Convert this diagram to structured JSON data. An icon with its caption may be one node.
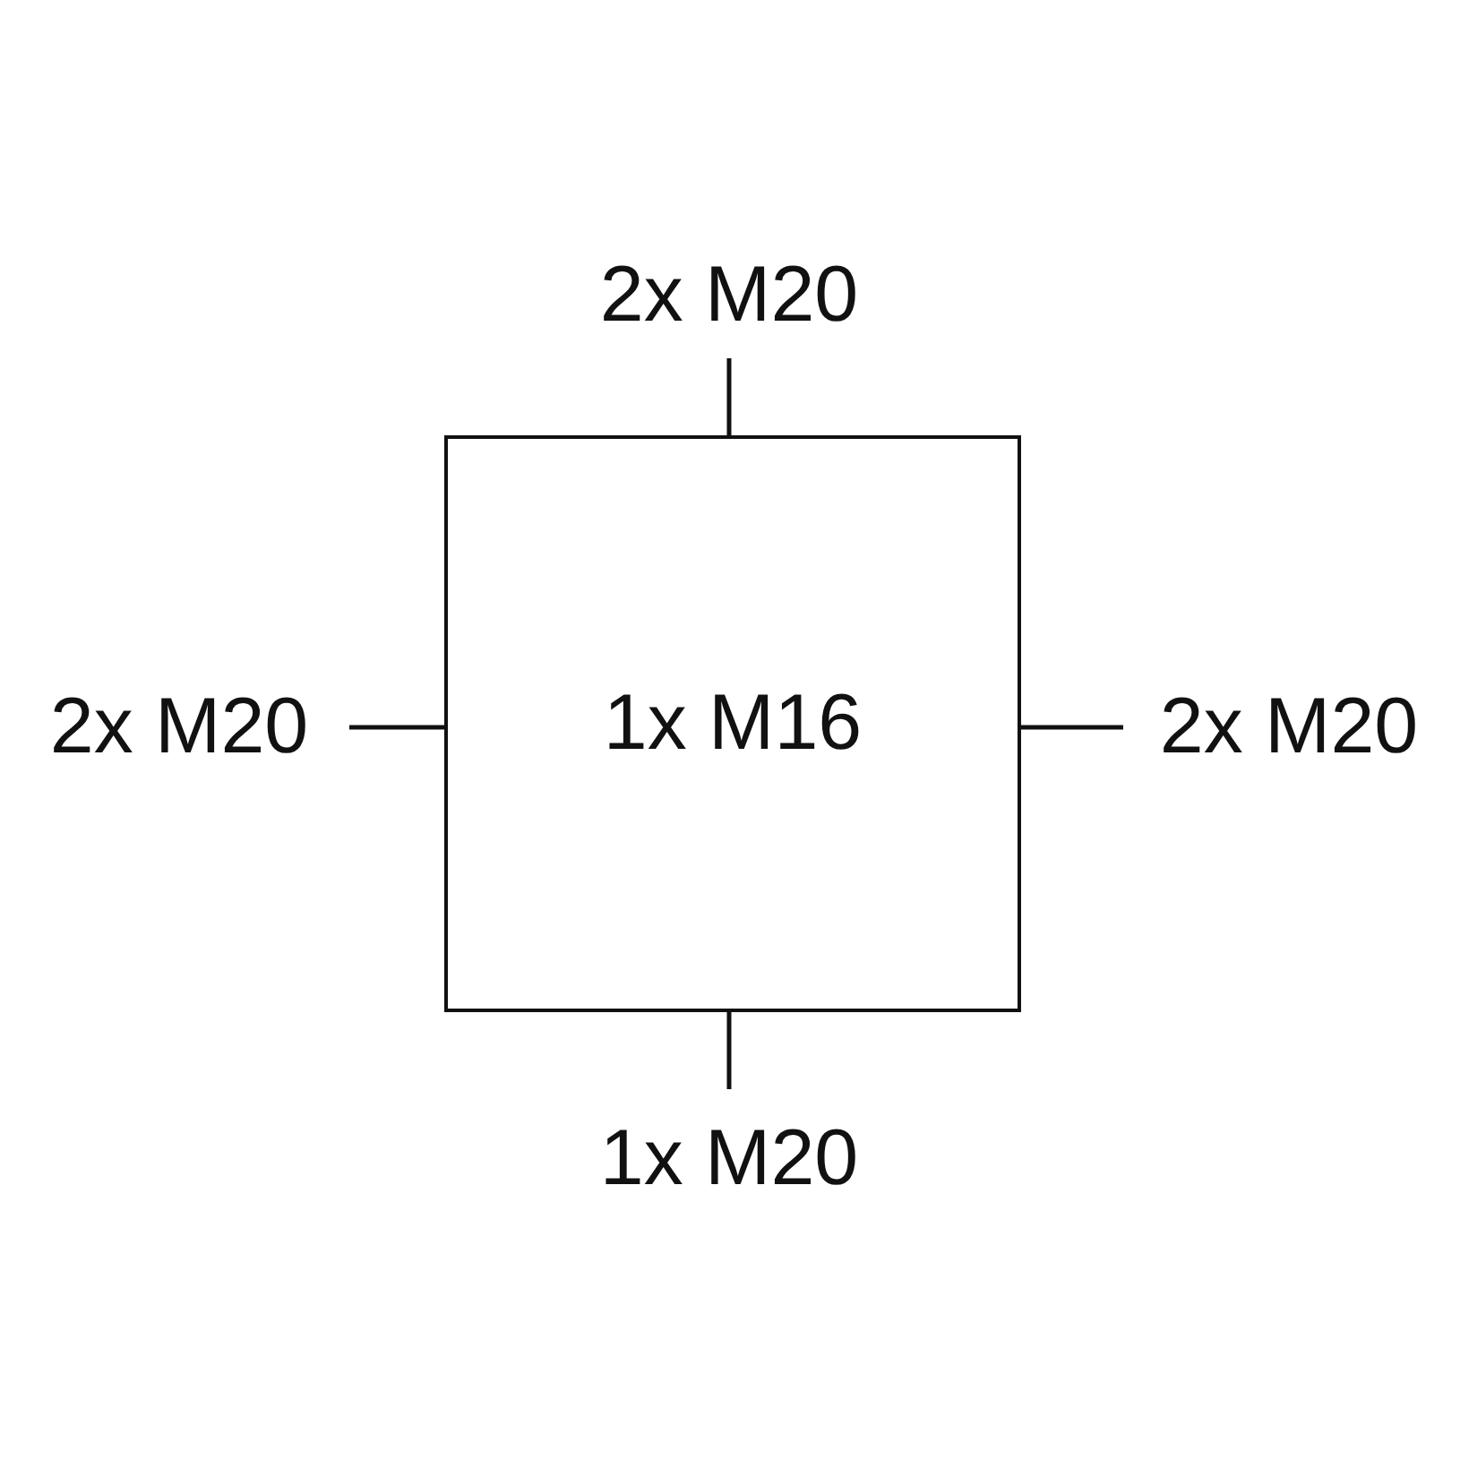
{
  "diagram": {
    "nodes": [
      {
        "text": [
          "1x M16"
        ]
      },
      {
        "text": [
          "2x M20"
        ]
      },
      {
        "text": [
          "2x M20"
        ]
      },
      {
        "text": [
          "2x M20"
        ]
      },
      {
        "text": [
          "1x M20"
        ]
      }
    ],
    "edges": [
      {
        "from": 1,
        "to": 0,
        "arrow": "none"
      },
      {
        "from": 2,
        "to": 0,
        "arrow": "none"
      },
      {
        "from": 3,
        "to": 0,
        "arrow": "none"
      },
      {
        "from": 4,
        "to": 0,
        "arrow": "none"
      }
    ]
  }
}
